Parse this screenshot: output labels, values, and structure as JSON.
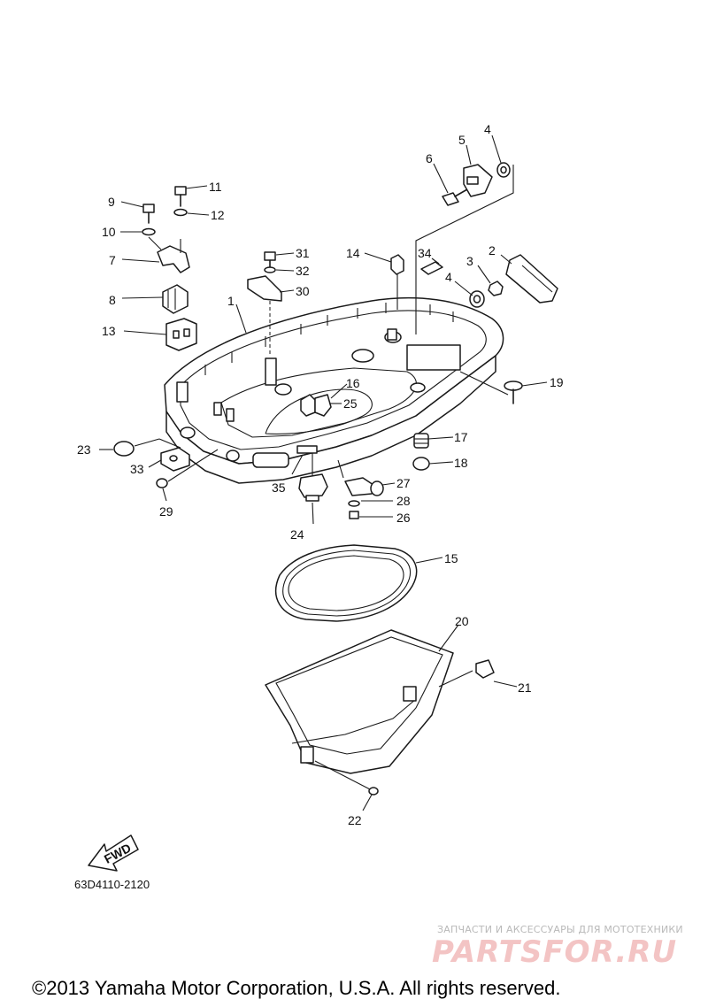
{
  "diagram_code": "63D4110-2120",
  "fwd_label": "FWD",
  "watermark": {
    "text": "ЗАПЧАСТИ И АКСЕССУАРЫ ДЛЯ МОТОТЕХНИКИ",
    "logo": "PARTSFOR.RU"
  },
  "copyright": "©2013 Yamaha Motor Corporation, U.S.A. All rights reserved.",
  "callouts": [
    "1",
    "2",
    "3",
    "4",
    "4",
    "5",
    "6",
    "7",
    "8",
    "9",
    "10",
    "11",
    "12",
    "13",
    "14",
    "15",
    "16",
    "17",
    "18",
    "19",
    "20",
    "21",
    "22",
    "23",
    "24",
    "25",
    "26",
    "27",
    "28",
    "29",
    "30",
    "31",
    "32",
    "33",
    "34",
    "35"
  ],
  "colors": {
    "ink": "#1a1a1a",
    "watermark": "#d63c3c"
  }
}
